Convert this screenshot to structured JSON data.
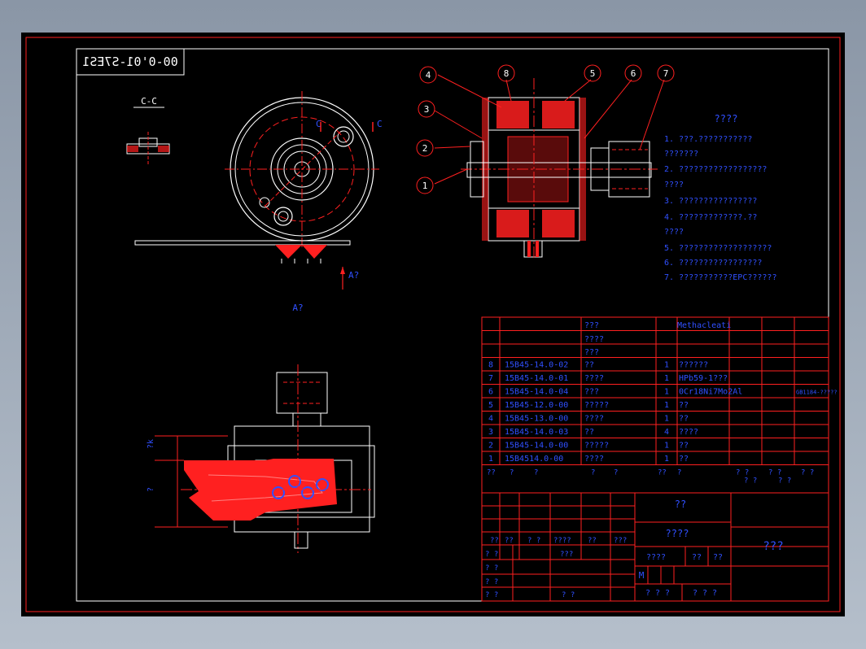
{
  "drawing_number": "00-0'01-S7ES1",
  "section_label": "C-C",
  "cut_label_1": "C",
  "cut_label_2": "C",
  "view_arrow_label": "A?",
  "view_title": "A?",
  "balloons": [
    "4",
    "8",
    "5",
    "6",
    "7",
    "3",
    "2",
    "1"
  ],
  "tech_title": "????",
  "notes": [
    "1. ???.???????????",
    "   ???????",
    "2. ??????????????????",
    "   ????",
    "3. ????????????????",
    "4. ?????????????.??",
    "   ????",
    "5. ???????????????????",
    "6. ?????????????????",
    "7. ???????????EPC??????"
  ],
  "bom_header_rows": [
    {
      "name": "???",
      "material": "Methacleati"
    },
    {
      "name": "????",
      "material": ""
    },
    {
      "name": "???",
      "material": ""
    }
  ],
  "bom_rows": [
    {
      "no": "8",
      "code": "15B45-14.0-02",
      "name": "??",
      "qty": "1",
      "material": "??????",
      "note": ""
    },
    {
      "no": "7",
      "code": "15B45-14.0-01",
      "name": "????",
      "qty": "1",
      "material": "HPb59-1???",
      "note": ""
    },
    {
      "no": "6",
      "code": "15B45-14.0-04",
      "name": "???",
      "qty": "1",
      "material": "0Cr18Ni7Mo2Al",
      "note": "GB1184-?????"
    },
    {
      "no": "5",
      "code": "15B45-12.0-00",
      "name": "?????",
      "qty": "1",
      "material": "??",
      "note": ""
    },
    {
      "no": "4",
      "code": "15B45-13.0-00",
      "name": "????",
      "qty": "1",
      "material": "??",
      "note": ""
    },
    {
      "no": "3",
      "code": "15B45-14.0-03",
      "name": "??",
      "qty": "4",
      "material": "????",
      "note": ""
    },
    {
      "no": "2",
      "code": "15B45-14.0-00",
      "name": "?????",
      "qty": "1",
      "material": "??",
      "note": ""
    },
    {
      "no": "1",
      "code": "15B4514.0-00",
      "name": "????",
      "qty": "1",
      "material": "??",
      "note": ""
    }
  ],
  "bom_footer": [
    "??",
    "?",
    "?",
    "?",
    "?",
    "??",
    "?",
    "? ?",
    "? ?",
    "? ?",
    "? ?",
    "? ?"
  ],
  "title_block": {
    "company": "??",
    "drawing_name": "????",
    "part_name": "???",
    "stage_label": "????",
    "weight_label": "??",
    "scale_label": "??",
    "sheet_mark": "M",
    "sheet_count": "? ? ?",
    "sheet_no": "? ? ?",
    "rev_labels": [
      "??",
      "??",
      "? ?",
      "????",
      "??",
      "???"
    ],
    "sign_labels": [
      "? ?",
      "? ?",
      "? ?",
      "? ?"
    ],
    "approve_label": "???",
    "date_label": "? ?"
  },
  "dim_labels": {
    "d1": "?k",
    "d2": "?"
  }
}
